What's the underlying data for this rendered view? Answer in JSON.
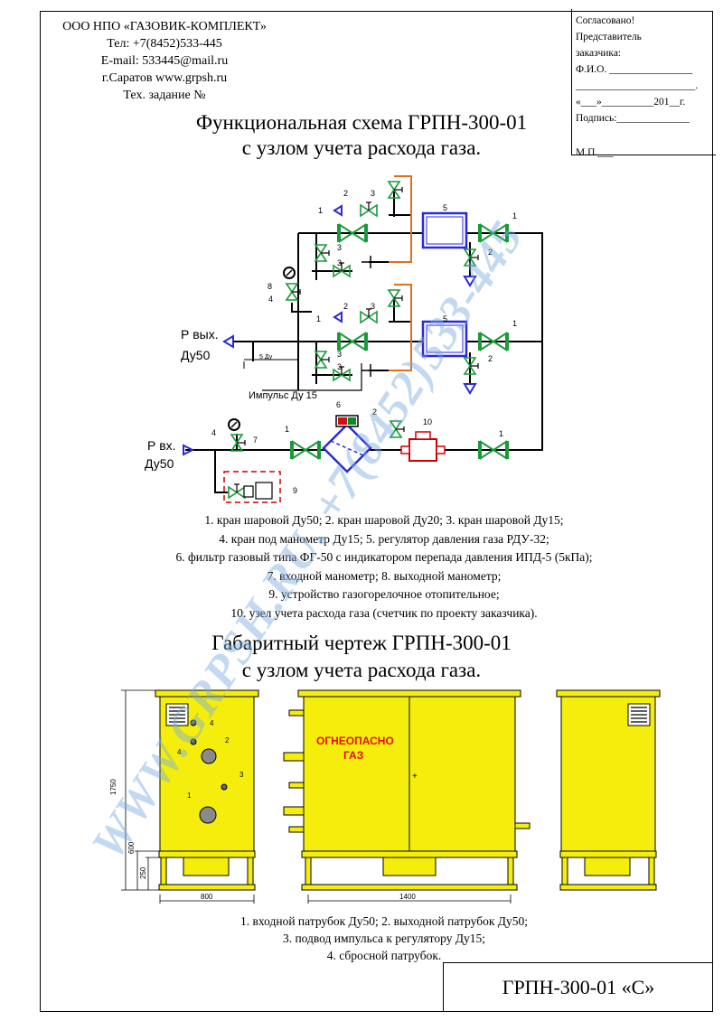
{
  "company": {
    "name": "ООО НПО «ГАЗОВИК-КОМПЛЕКТ»",
    "phone": "Тел: +7(8452)533-445",
    "email": "E-mail: 533445@mail.ru",
    "city_site": "г.Саратов  www.grpsh.ru",
    "tech_task": "Тех. задание №"
  },
  "approval": {
    "agreed": "Согласовано!",
    "rep": "Представитель",
    "customer": "заказчика:",
    "fio": "Ф.И.О. ________________",
    "line": "_______________________.",
    "date": "«___»__________201__г.",
    "sign": "Подпись:______________",
    "mp": "М.П.___"
  },
  "scheme": {
    "title1": "Функциональная схема ГРПН-300-01",
    "title2": "с узлом учета расхода газа.",
    "p_out": "Р вых.",
    "du50_out": "Ду50",
    "p_in": "Р вх.",
    "du50_in": "Ду50",
    "impulse": "Импульс Ду 15",
    "du5": "5 Ду",
    "nums": {
      "n1": "1",
      "n2": "2",
      "n3": "3",
      "n4": "4",
      "n5": "5",
      "n6": "6",
      "n7": "7",
      "n8": "8",
      "n9": "9",
      "n10": "10"
    }
  },
  "legend1": [
    "1. кран шаровой Ду50; 2. кран шаровой Ду20; 3. кран шаровой Ду15;",
    "4. кран под манометр Ду15; 5. регулятор давления газа РДУ-32;",
    "6. фильтр газовый типа ФГ-50 с индикатором перепада давления ИПД-5 (5кПа);",
    "7. входной манометр; 8. выходной манометр;",
    "9. устройство газогорелочное отопительное;",
    "10. узел учета расхода газа (счетчик по проекту заказчика)."
  ],
  "dims": {
    "title1": "Габаритный чертеж ГРПН-300-01",
    "title2": "с узлом учета расхода газа.",
    "h1750": "1750",
    "h600": "600",
    "h250": "250",
    "w800": "800",
    "w1400": "1400",
    "warn1": "ОГНЕОПАСНО",
    "warn2": "ГАЗ",
    "plus": "+"
  },
  "legend2": [
    "1. входной патрубок Ду50; 2. выходной патрубок Ду50;",
    "3. подвод импульса к регулятору Ду15;",
    "4. сбросной патрубок."
  ],
  "stamp": "ГРПН-300-01 «С»",
  "watermark": "WWW.GRPSH.RU. +7(8452)533-445",
  "colors": {
    "cabinet": "#f5ee0c",
    "valve": "#1a9a3a",
    "regulator": "#2a2ad8",
    "impulse_line": "#e07020",
    "meter": "#cc0000",
    "warning": "#e01010"
  }
}
